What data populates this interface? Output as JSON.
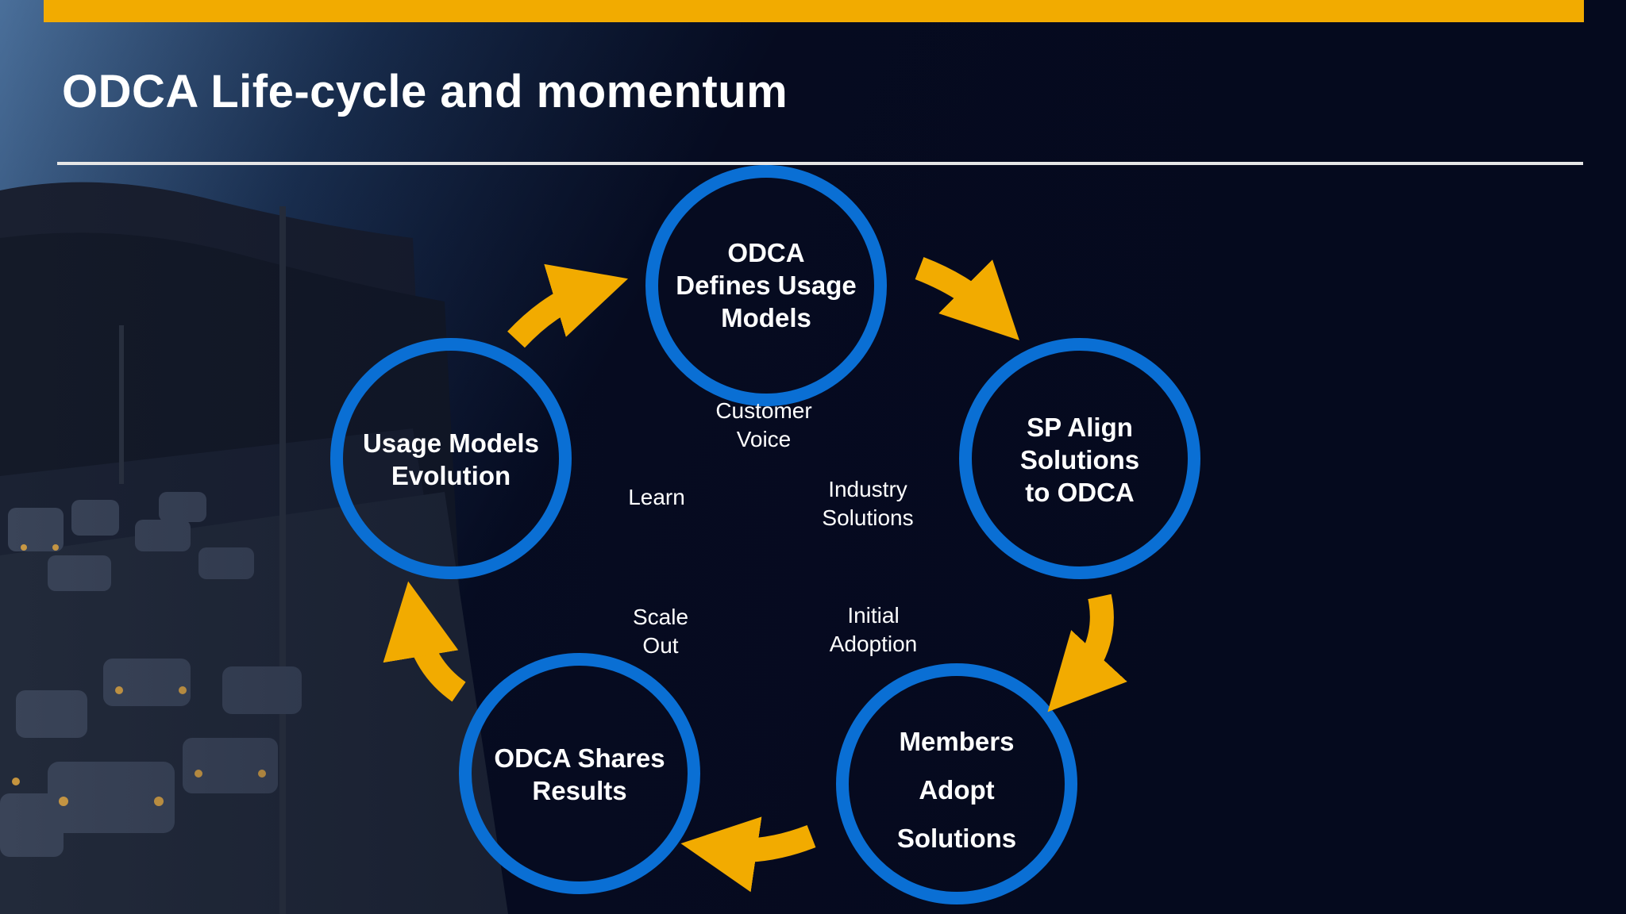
{
  "colors": {
    "accent_bar": "#f2ab00",
    "circle_ring": "#0a6fd4",
    "arrow": "#f2ab00",
    "background": "#050a1e"
  },
  "slide": {
    "title": "ODCA Life-cycle and momentum"
  },
  "diagram": {
    "nodes": [
      {
        "id": "define",
        "lines": [
          "ODCA",
          "Defines Usage",
          "Models"
        ]
      },
      {
        "id": "align",
        "lines": [
          "SP Align",
          "Solutions",
          "to ODCA"
        ]
      },
      {
        "id": "adopt",
        "lines": [
          "Members",
          "Adopt",
          "Solutions"
        ]
      },
      {
        "id": "share",
        "lines": [
          "ODCA Shares",
          "Results"
        ]
      },
      {
        "id": "evolve",
        "lines": [
          "Usage Models",
          "Evolution"
        ]
      }
    ],
    "flow_labels": [
      {
        "id": "customer-voice",
        "lines": [
          "Customer",
          "Voice"
        ]
      },
      {
        "id": "industry-solutions",
        "lines": [
          "Industry",
          "Solutions"
        ]
      },
      {
        "id": "initial-adoption",
        "lines": [
          "Initial",
          "Adoption"
        ]
      },
      {
        "id": "scale-out",
        "lines": [
          "Scale",
          "Out"
        ]
      },
      {
        "id": "learn",
        "lines": [
          "Learn"
        ]
      }
    ]
  }
}
